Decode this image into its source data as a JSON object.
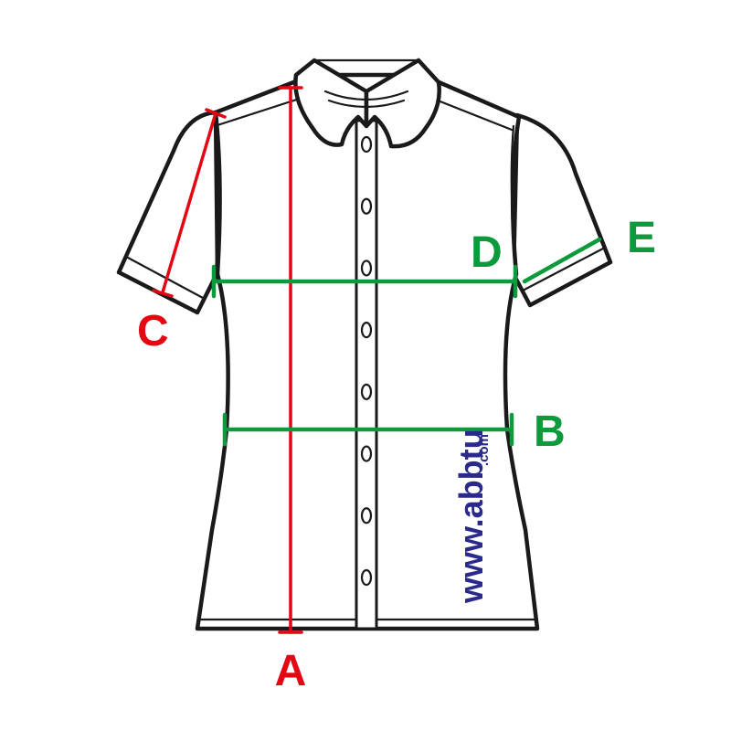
{
  "labels": {
    "A": "A",
    "B": "B",
    "C": "C",
    "D": "D",
    "E": "E"
  },
  "watermark": {
    "main": "www.abbtu",
    "domain": ".com"
  },
  "colors": {
    "outline": "#1a1a1a",
    "red_measure": "#e30613",
    "green_measure": "#0b9a3c",
    "watermark": "#2a2a8c",
    "background": "#ffffff"
  },
  "buttons_count": 8
}
